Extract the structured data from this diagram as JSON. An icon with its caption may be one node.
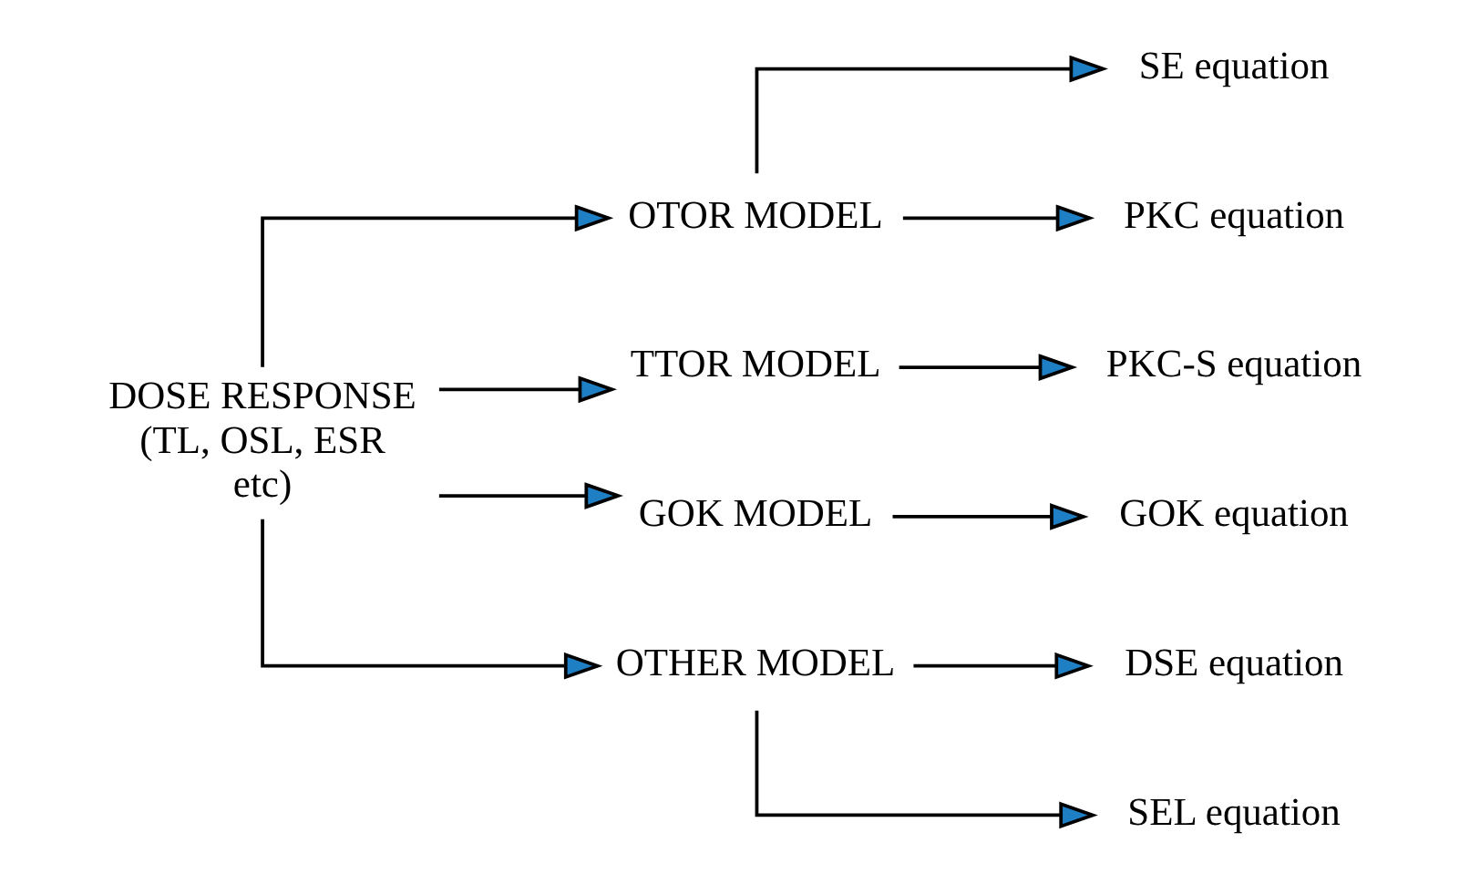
{
  "diagram": {
    "nodes": [
      {
        "text": [
          "DOSE RESPONSE (TL, OSL, ESR etc)"
        ]
      },
      {
        "text": [
          "OTOR MODEL"
        ]
      },
      {
        "text": [
          "TTOR MODEL"
        ]
      },
      {
        "text": [
          "GOK MODEL"
        ]
      },
      {
        "text": [
          "OTHER MODEL"
        ]
      },
      {
        "text": [
          "SE equation"
        ]
      },
      {
        "text": [
          "PKC equation"
        ]
      },
      {
        "text": [
          "PKC-S equation"
        ]
      },
      {
        "text": [
          "GOK equation"
        ]
      },
      {
        "text": [
          "DSE equation"
        ]
      },
      {
        "text": [
          "SEL equation"
        ]
      }
    ],
    "edges": [
      {
        "from": 0,
        "to": 1,
        "arrow": "to"
      },
      {
        "from": 0,
        "to": 2,
        "arrow": "to"
      },
      {
        "from": 0,
        "to": 3,
        "arrow": "to"
      },
      {
        "from": 0,
        "to": 4,
        "arrow": "to"
      },
      {
        "from": 1,
        "to": 5,
        "arrow": "to"
      },
      {
        "from": 1,
        "to": 6,
        "arrow": "to"
      },
      {
        "from": 2,
        "to": 7,
        "arrow": "to"
      },
      {
        "from": 3,
        "to": 8,
        "arrow": "to"
      },
      {
        "from": 4,
        "to": 9,
        "arrow": "to"
      },
      {
        "from": 4,
        "to": 10,
        "arrow": "to"
      }
    ]
  }
}
